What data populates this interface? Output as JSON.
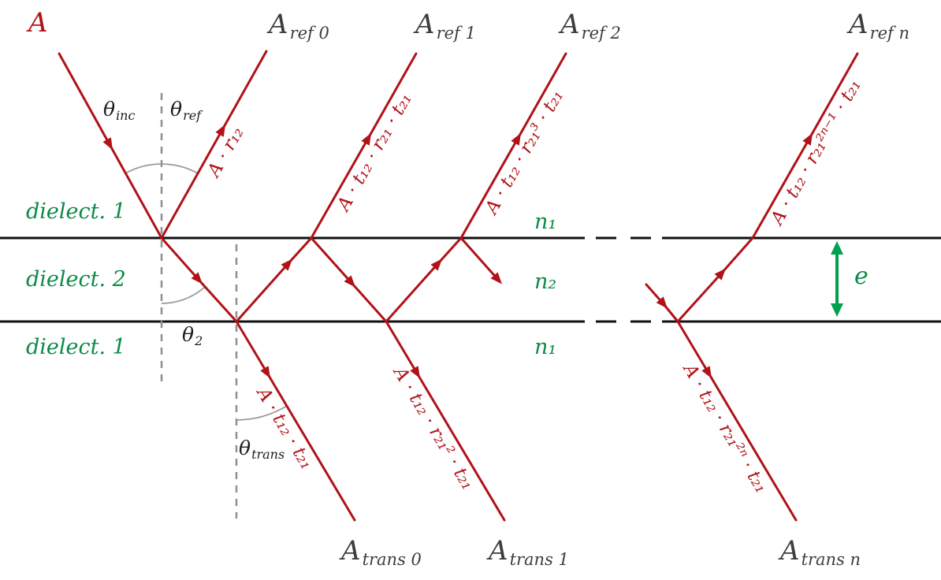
{
  "colors": {
    "red": "#b01218",
    "green": "#0d8a47",
    "arrow-green": "#00a14e",
    "label-gray": "#3d3d3d",
    "line-black": "#111111",
    "normal-gray": "#8f8f8f",
    "arc-gray": "#9a9a9a"
  },
  "diagram": {
    "incident_label": "A",
    "reflected": [
      {
        "main": "A",
        "sub": "ref 0"
      },
      {
        "main": "A",
        "sub": "ref 1"
      },
      {
        "main": "A",
        "sub": "ref 2"
      },
      {
        "main": "A",
        "sub": "ref n"
      }
    ],
    "transmitted": [
      {
        "main": "A",
        "sub": "trans 0"
      },
      {
        "main": "A",
        "sub": "trans 1"
      },
      {
        "main": "A",
        "sub": "trans n"
      }
    ],
    "angles": {
      "inc": {
        "main": "θ",
        "sub": "inc"
      },
      "ref": {
        "main": "θ",
        "sub": "ref"
      },
      "two": {
        "main": "θ",
        "sub": "2"
      },
      "trans": {
        "main": "θ",
        "sub": "trans"
      }
    },
    "layers": {
      "left": [
        "dielect. 1",
        "dielect. 2",
        "dielect. 1"
      ],
      "indices": [
        "n₁",
        "n₂",
        "n₁"
      ]
    },
    "thickness_label": "e",
    "ray_amplitudes": {
      "ref0": "A · r₁₂",
      "ref1": "A · t₁₂ · r₂₁ · t₂₁",
      "ref2": "A · t₁₂ · r₂₁³ · t₂₁",
      "refn": "A · t₁₂ · r₂₁²ⁿ⁻¹ · t₂₁",
      "trans0": "A · t₁₂ · t₂₁",
      "trans1": "A · t₁₂ · r₂₁² · t₂₁",
      "transn": "A · t₁₂ · r₂₁²ⁿ · t₂₁"
    }
  }
}
